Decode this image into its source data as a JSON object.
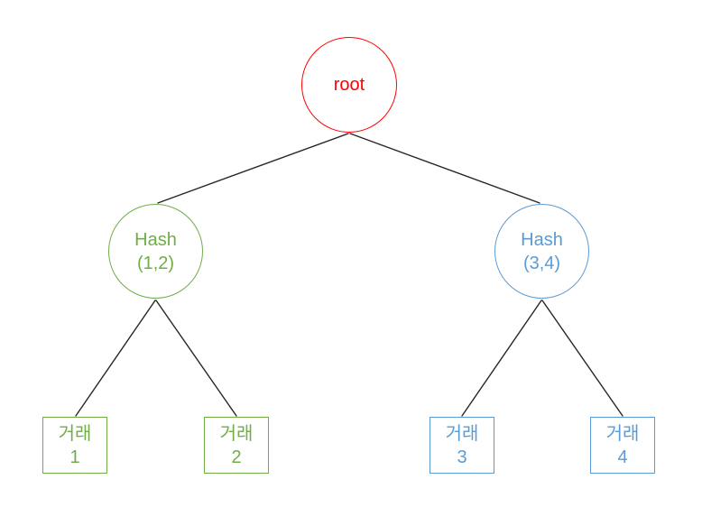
{
  "diagram": {
    "type": "merkle-tree",
    "background_color": "#ffffff",
    "edge_color": "#262626",
    "colors": {
      "root": "#ff0000",
      "left_branch": "#70ad47",
      "right_branch": "#5b9bd5"
    },
    "nodes": {
      "root": {
        "shape": "circle",
        "label": "root",
        "color": "#ff0000"
      },
      "hash_12": {
        "shape": "circle",
        "line1": "Hash",
        "line2": "(1,2)",
        "color": "#70ad47"
      },
      "hash_34": {
        "shape": "circle",
        "line1": "Hash",
        "line2": "(3,4)",
        "color": "#5b9bd5"
      },
      "leaf_1": {
        "shape": "rectangle",
        "line1": "거래",
        "line2": "1",
        "color": "#70ad47"
      },
      "leaf_2": {
        "shape": "rectangle",
        "line1": "거래",
        "line2": "2",
        "color": "#70ad47"
      },
      "leaf_3": {
        "shape": "rectangle",
        "line1": "거래",
        "line2": "3",
        "color": "#5b9bd5"
      },
      "leaf_4": {
        "shape": "rectangle",
        "line1": "거래",
        "line2": "4",
        "color": "#5b9bd5"
      }
    },
    "edges": [
      {
        "from": "root",
        "to": "hash_12"
      },
      {
        "from": "root",
        "to": "hash_34"
      },
      {
        "from": "hash_12",
        "to": "leaf_1"
      },
      {
        "from": "hash_12",
        "to": "leaf_2"
      },
      {
        "from": "hash_34",
        "to": "leaf_3"
      },
      {
        "from": "hash_34",
        "to": "leaf_4"
      }
    ]
  }
}
